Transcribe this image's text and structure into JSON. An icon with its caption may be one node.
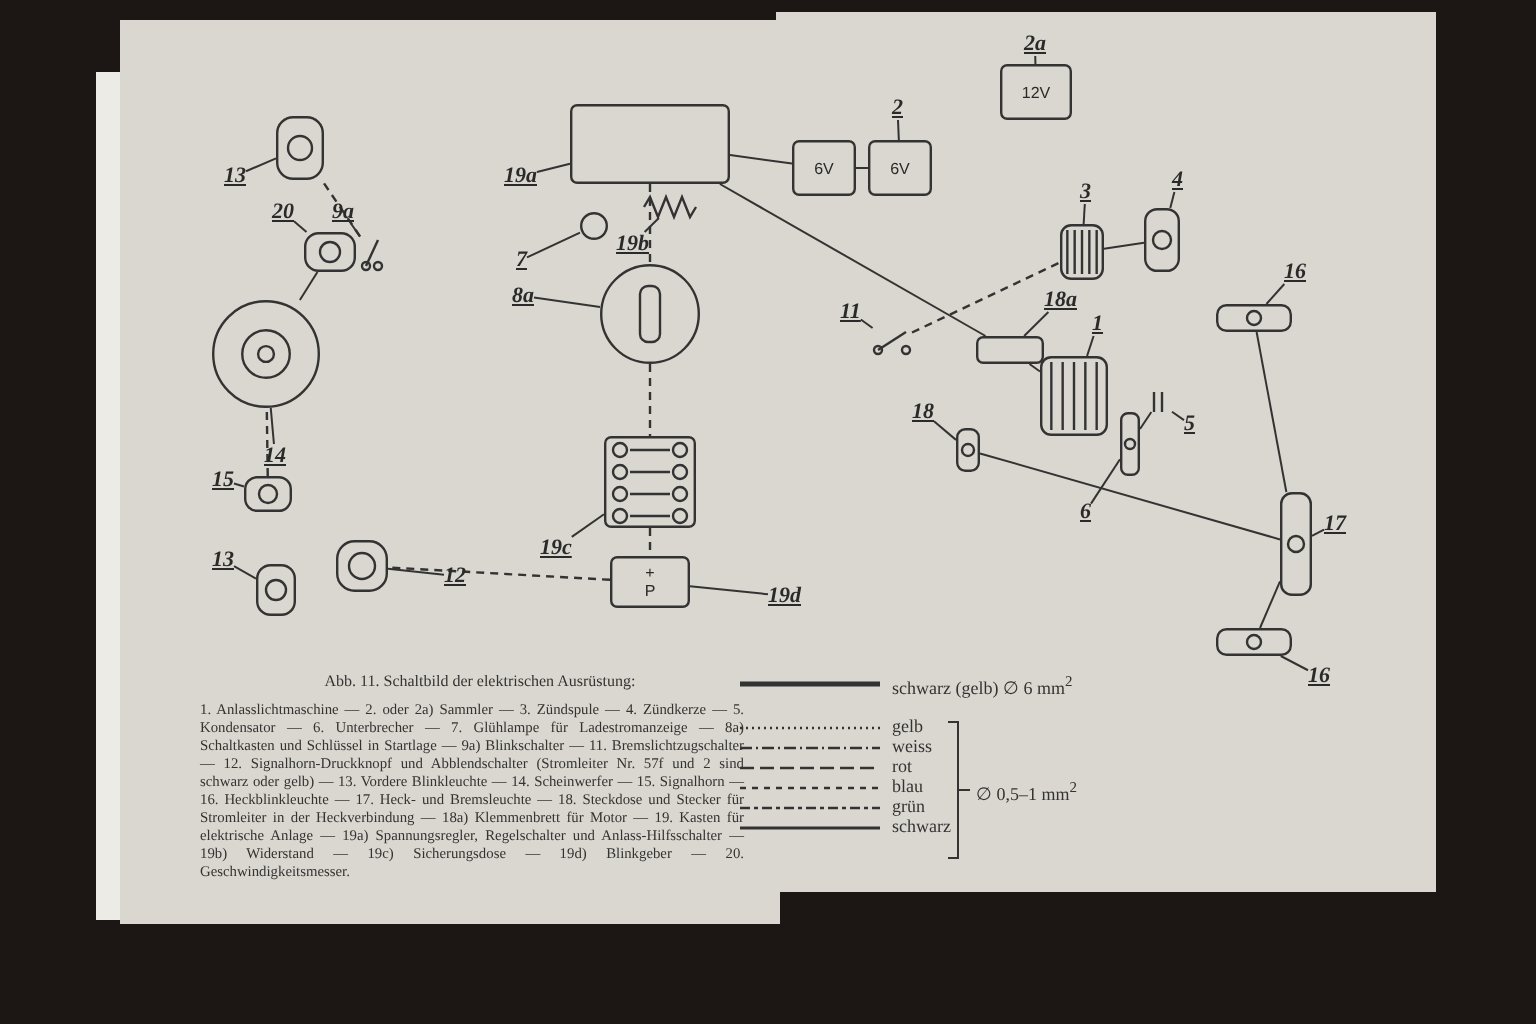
{
  "diagram": {
    "title": "Abb. 11. Schaltbild der elektrischen Ausrüstung:",
    "caption": "1. Anlasslichtmaschine — 2. oder 2a) Sammler — 3. Zündspule — 4. Zündkerze — 5. Kondensator — 6. Unterbrecher — 7. Glühlampe für Ladestromanzeige — 8a) Schaltkasten und Schlüssel in Startlage — 9a) Blinkschalter — 11. Bremslichtzugschalter — 12. Signalhorn-Druckknopf und Abblendschalter (Stromleiter Nr. 57f und 2 sind schwarz oder gelb) — 13. Vordere Blinkleuchte — 14. Scheinwerfer — 15. Signalhorn — 16. Heckblinkleuchte — 17. Heck- und Bremsleuchte — 18. Steckdose und Stecker für Stromleiter in der Heckverbindung — 18a) Klemmenbrett für Motor — 19. Kasten für elektrische Anlage — 19a) Spannungsregler, Regelschalter und Anlass-Hilfsschalter — 19b) Widerstand — 19c) Sicherungsdose — 19d) Blinkgeber — 20. Geschwindigkeitsmesser.",
    "nodes": [
      {
        "text": [
          "2a"
        ]
      },
      {
        "text": [
          "12V"
        ]
      },
      {
        "text": [
          "13"
        ]
      },
      {
        "text": [],
        "shape": "picture"
      },
      {
        "text": [
          "2"
        ]
      },
      {
        "text": [
          "6V"
        ]
      },
      {
        "text": [
          "6V"
        ]
      },
      {
        "text": [
          "19a"
        ]
      },
      {
        "text": [],
        "shape": "box"
      },
      {
        "text": [
          "20"
        ]
      },
      {
        "text": [],
        "shape": "picture"
      },
      {
        "text": [
          "9a"
        ]
      },
      {
        "text": [],
        "shape": "picture"
      },
      {
        "text": [
          "3"
        ]
      },
      {
        "text": [],
        "shape": "cylinder"
      },
      {
        "text": [
          "4"
        ]
      },
      {
        "text": [],
        "shape": "picture"
      },
      {
        "text": [
          "19b"
        ]
      },
      {
        "text": [],
        "shape": "picture"
      },
      {
        "text": [
          "7"
        ]
      },
      {
        "text": [],
        "shape": "circle"
      },
      {
        "text": [
          "8a"
        ]
      },
      {
        "text": [],
        "shape": "circle"
      },
      {
        "text": [
          "11"
        ]
      },
      {
        "text": [],
        "shape": "picture"
      },
      {
        "text": [
          "16"
        ]
      },
      {
        "text": [],
        "shape": "picture"
      },
      {
        "text": [
          "18a"
        ]
      },
      {
        "text": [],
        "shape": "box"
      },
      {
        "text": [
          "1"
        ]
      },
      {
        "text": [],
        "shape": "cylinder"
      },
      {
        "text": [
          "14"
        ]
      },
      {
        "text": [],
        "shape": "circle"
      },
      {
        "text": [
          "5"
        ]
      },
      {
        "text": [],
        "shape": "picture"
      },
      {
        "text": [
          "18"
        ]
      },
      {
        "text": [],
        "shape": "picture"
      },
      {
        "text": [
          "6"
        ]
      },
      {
        "text": [],
        "shape": "picture"
      },
      {
        "text": [
          "15"
        ]
      },
      {
        "text": [],
        "shape": "picture"
      },
      {
        "text": [
          "19c"
        ]
      },
      {
        "text": [],
        "shape": "box"
      },
      {
        "text": [
          "17"
        ]
      },
      {
        "text": [],
        "shape": "picture"
      },
      {
        "text": [
          "13"
        ]
      },
      {
        "text": [],
        "shape": "picture"
      },
      {
        "text": [
          "12"
        ]
      },
      {
        "text": [],
        "shape": "picture"
      },
      {
        "text": [
          "19d"
        ]
      },
      {
        "text": [
          "+",
          "P"
        ]
      },
      {
        "text": [
          "16"
        ]
      },
      {
        "text": [],
        "shape": "picture"
      }
    ],
    "edges": [
      {
        "from": 0,
        "to": 1,
        "arrow": "none"
      },
      {
        "from": 2,
        "to": 3,
        "arrow": "none"
      },
      {
        "from": 4,
        "to": 6,
        "arrow": "none"
      },
      {
        "from": 7,
        "to": 8,
        "arrow": "none"
      },
      {
        "from": 9,
        "to": 10,
        "arrow": "none"
      },
      {
        "from": 11,
        "to": 12,
        "arrow": "none"
      },
      {
        "from": 13,
        "to": 14,
        "arrow": "none"
      },
      {
        "from": 15,
        "to": 16,
        "arrow": "none"
      },
      {
        "from": 17,
        "to": 18,
        "arrow": "none"
      },
      {
        "from": 19,
        "to": 20,
        "arrow": "none"
      },
      {
        "from": 21,
        "to": 22,
        "arrow": "none"
      },
      {
        "from": 23,
        "to": 24,
        "arrow": "none"
      },
      {
        "from": 25,
        "to": 26,
        "arrow": "none"
      },
      {
        "from": 27,
        "to": 28,
        "arrow": "none"
      },
      {
        "from": 29,
        "to": 30,
        "arrow": "none"
      },
      {
        "from": 31,
        "to": 32,
        "arrow": "none"
      },
      {
        "from": 33,
        "to": 34,
        "arrow": "none"
      },
      {
        "from": 35,
        "to": 36,
        "arrow": "none"
      },
      {
        "from": 37,
        "to": 38,
        "arrow": "none"
      },
      {
        "from": 39,
        "to": 40,
        "arrow": "none"
      },
      {
        "from": 41,
        "to": 42,
        "arrow": "none"
      },
      {
        "from": 43,
        "to": 44,
        "arrow": "none"
      },
      {
        "from": 45,
        "to": 46,
        "arrow": "none"
      },
      {
        "from": 47,
        "to": 48,
        "arrow": "none"
      },
      {
        "from": 49,
        "to": 50,
        "arrow": "none"
      },
      {
        "from": 51,
        "to": 52,
        "arrow": "none"
      },
      {
        "from": 5,
        "to": 6,
        "arrow": "none"
      },
      {
        "from": 5,
        "to": 8,
        "arrow": "none"
      },
      {
        "from": 14,
        "to": 16,
        "arrow": "none"
      },
      {
        "from": 24,
        "to": 14,
        "arrow": "none",
        "style": "dashed"
      },
      {
        "from": 8,
        "to": 22,
        "arrow": "none",
        "style": "dashed"
      },
      {
        "from": 22,
        "to": 42,
        "arrow": "none",
        "style": "dashed"
      },
      {
        "from": 42,
        "to": 50,
        "arrow": "none",
        "style": "dashed"
      },
      {
        "from": 50,
        "to": 48,
        "arrow": "none",
        "style": "dashed"
      },
      {
        "from": 12,
        "to": 3,
        "arrow": "none",
        "style": "dashed"
      },
      {
        "from": 10,
        "to": 32,
        "arrow": "none"
      },
      {
        "from": 40,
        "to": 32,
        "arrow": "none",
        "style": "dashed"
      },
      {
        "from": 8,
        "to": 28,
        "arrow": "none"
      },
      {
        "from": 28,
        "to": 30,
        "arrow": "none"
      },
      {
        "from": 38,
        "to": 34,
        "arrow": "none"
      },
      {
        "from": 36,
        "to": 44,
        "arrow": "none"
      },
      {
        "from": 44,
        "to": 26,
        "arrow": "none"
      },
      {
        "from": 44,
        "to": 52,
        "arrow": "none"
      }
    ],
    "labels": [
      "∅ 0,5–1 mm$^{2}$"
    ],
    "legend": [
      {
        "text": "schwarz (gelb) ∅ 6 mm$^{2}$"
      },
      {
        "text": "gelb"
      },
      {
        "text": "weiss"
      },
      {
        "text": "rot"
      },
      {
        "text": "blau"
      },
      {
        "text": "grün"
      },
      {
        "text": "schwarz"
      }
    ]
  }
}
